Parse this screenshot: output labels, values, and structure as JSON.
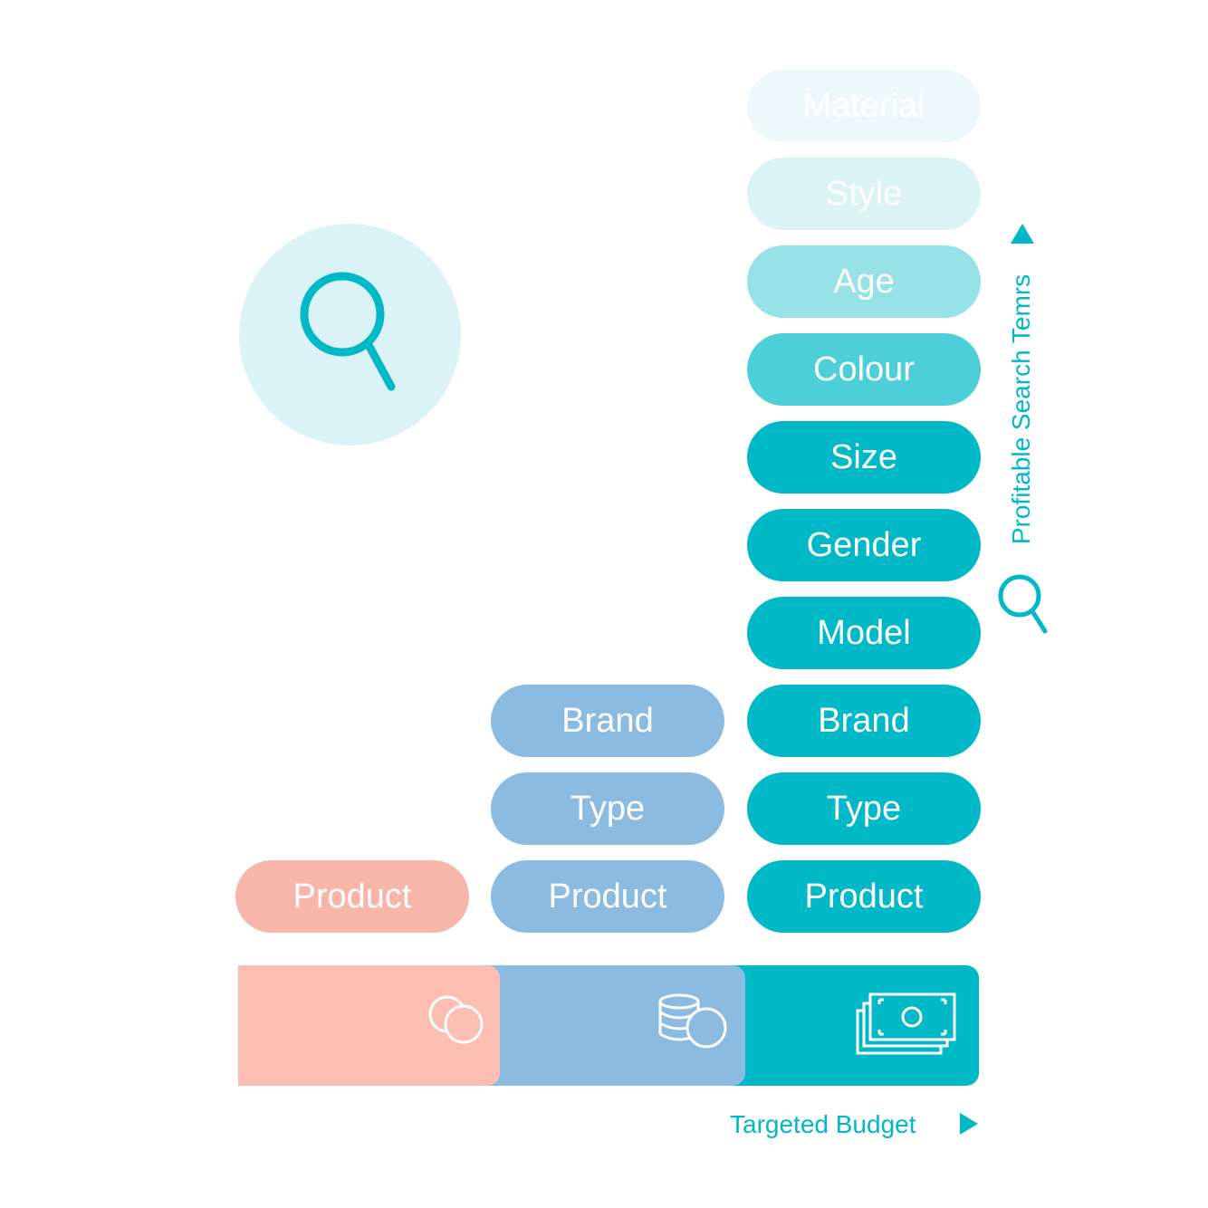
{
  "search": {
    "icon": "search-icon"
  },
  "columns": {
    "basic": {
      "color": "#f8b6aa",
      "items": [
        "Product"
      ]
    },
    "mid": {
      "color": "#8bbbe1",
      "items": [
        "Product",
        "Type",
        "Brand"
      ]
    },
    "advanced": {
      "color": "#00b8c6",
      "items": [
        "Product",
        "Type",
        "Brand",
        "Model",
        "Gender",
        "Size",
        "Colour",
        "Age",
        "Style",
        "Material"
      ]
    }
  },
  "budget": {
    "low_icon": "coins-icon",
    "mid_icon": "coin-stack-icon",
    "high_icon": "banknotes-icon"
  },
  "axes": {
    "x_label": "Targeted Budget",
    "y_label": "Profitable Search Temrs",
    "y_icon": "search-icon"
  },
  "colors": {
    "teal": "#00b8c6",
    "blue": "#8bbbe1",
    "salmon": "#f8b6aa",
    "light_teal": "#dbf3f6"
  }
}
